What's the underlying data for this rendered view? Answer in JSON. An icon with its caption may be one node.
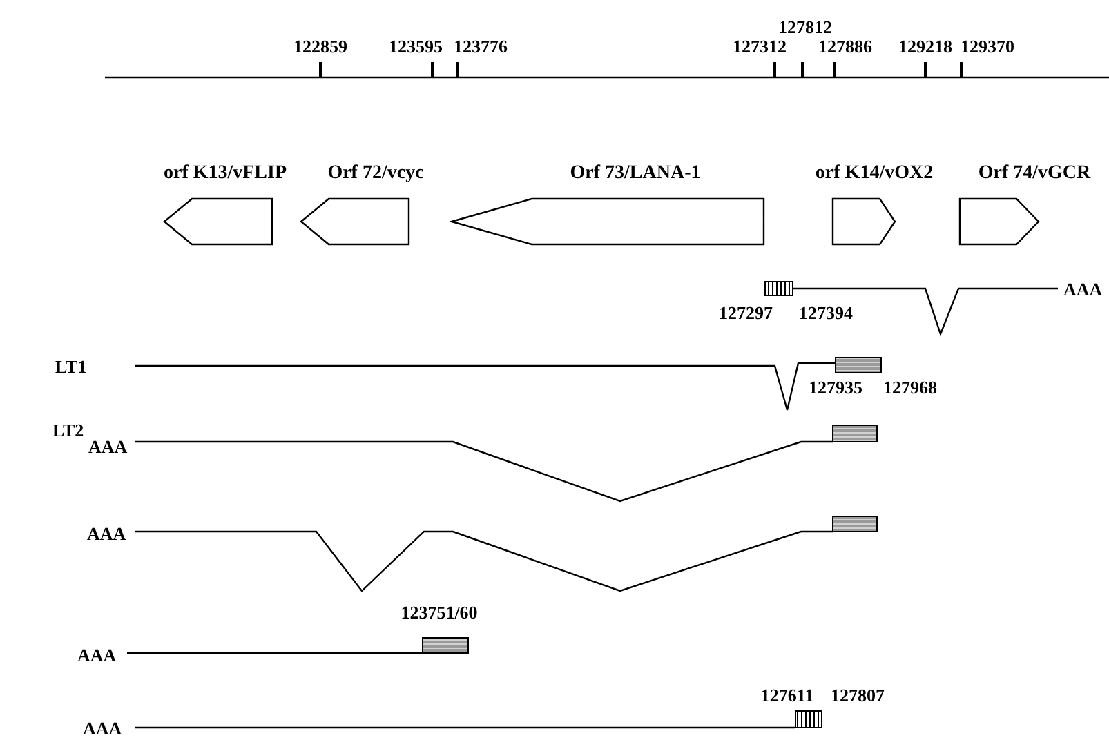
{
  "diagram": {
    "nodes": [
      {
        "text": [
          "orf K13/vFLIP"
        ]
      },
      {
        "text": [
          "Orf 72/vcyc"
        ]
      },
      {
        "text": [
          "Orf 73/LANA-1"
        ]
      },
      {
        "text": [
          "orf K14/vOX2"
        ]
      },
      {
        "text": [
          "Orf 74/vGCR"
        ]
      }
    ],
    "labels": [
      "127812",
      "122859",
      "123595",
      "123776",
      "127312",
      "127886",
      "129218",
      "129370",
      "AAA",
      "127297",
      "127394",
      "LT1",
      "127935",
      "127968",
      "LT2",
      "AAA",
      "AAA",
      "123751/60",
      "AAA",
      "127611",
      "127807",
      "AAA"
    ]
  }
}
